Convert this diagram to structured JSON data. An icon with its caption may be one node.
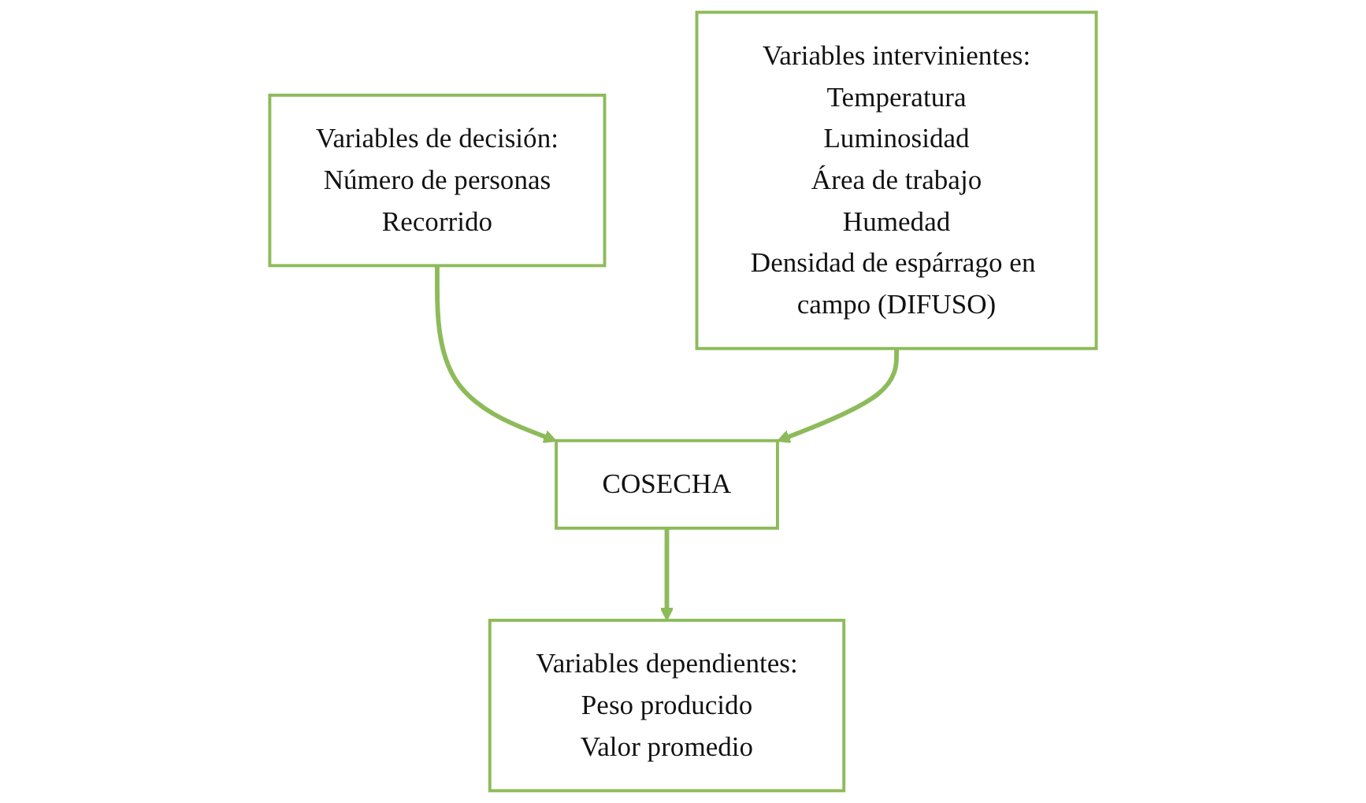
{
  "diagram": {
    "nodes": [
      {
        "text": [
          "Variables de decisión:",
          "Número de personas",
          "Recorrido"
        ]
      },
      {
        "text": [
          "COSECHA"
        ]
      },
      {
        "text": [
          "Variables intervinientes:",
          "Temperatura",
          "Luminosidad",
          "Área de trabajo",
          "Humedad",
          "Densidad de espárrago en campo (DIFUSO)"
        ]
      },
      {
        "text": [
          "Variables dependientes:",
          "Peso producido",
          "Valor promedio"
        ]
      }
    ],
    "edges": [
      {
        "from": 0,
        "to": 1,
        "arrow": "to"
      },
      {
        "from": 2,
        "to": 1,
        "arrow": "to"
      },
      {
        "from": 1,
        "to": 3,
        "arrow": "to"
      }
    ]
  }
}
